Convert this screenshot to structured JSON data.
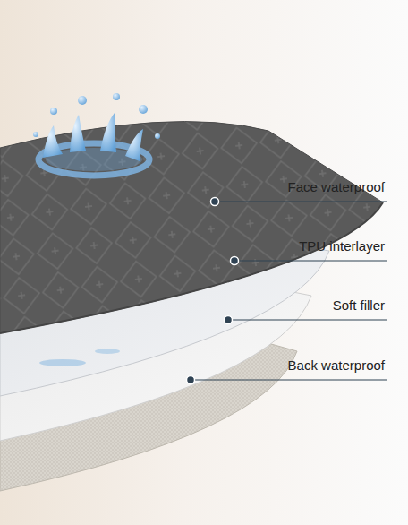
{
  "diagram": {
    "labels": [
      "Face waterproof",
      "TPU interlayer",
      "Soft filler",
      "Back waterproof"
    ]
  }
}
